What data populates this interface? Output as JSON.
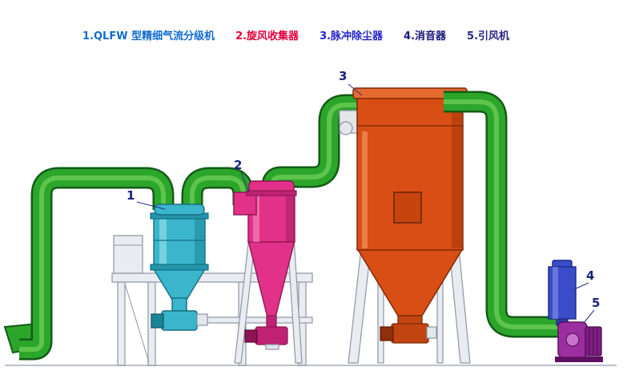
{
  "legend": {
    "items": [
      {
        "label": "1.QLFW 型精细气流分级机",
        "color": "#0f6bd0"
      },
      {
        "label": "2.旋风收集器",
        "color": "#e4003a"
      },
      {
        "label": "3.脉冲除尘器",
        "color": "#2424cc"
      },
      {
        "label": "4.消音器",
        "color": "#17177a"
      },
      {
        "label": "5.引风机",
        "color": "#2a2386"
      }
    ]
  },
  "callouts": [
    {
      "num": "1"
    },
    {
      "num": "2"
    },
    {
      "num": "3"
    },
    {
      "num": "4"
    },
    {
      "num": "5"
    }
  ],
  "colors": {
    "c-pipe": "#2ca52b",
    "c-pipe-dark": "#135c17",
    "c-pipe-shine": "#72d25b",
    "c-classifier": "#3ab5cc",
    "c-classifier-dark": "#14707f",
    "c-cyclone": "#e23189",
    "c-cyclone-dark": "#8c1653",
    "c-baghouse": "#d94e14",
    "c-baghouse-dark": "#7c2a08",
    "c-muffler": "#3a4cc8",
    "c-muffler-dark": "#1d2a86",
    "c-fan": "#9c2fa0",
    "c-fan-dark": "#5e1063",
    "c-structure": "#e9ecf0",
    "c-structure-line": "#8e97a4",
    "c-callout": "#16227e"
  }
}
